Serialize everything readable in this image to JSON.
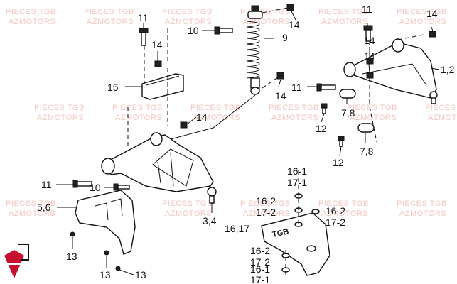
{
  "watermark": {
    "line1": "PIECES TGB",
    "line2": "AZMOTORS"
  },
  "colors": {
    "line": "#111111",
    "watermark": "#f3c7c2",
    "background": "#ffffff",
    "logo": "#c8102e"
  },
  "logo_icon": "tgb-logo-icon",
  "callouts": [
    {
      "id": "c11a",
      "text": "11"
    },
    {
      "id": "c10a",
      "text": "10"
    },
    {
      "id": "c9",
      "text": "9"
    },
    {
      "id": "c14a",
      "text": "14"
    },
    {
      "id": "c14b",
      "text": "14"
    },
    {
      "id": "c15",
      "text": "15"
    },
    {
      "id": "c14c",
      "text": "14"
    },
    {
      "id": "c14d",
      "text": "14"
    },
    {
      "id": "c11b",
      "text": "11"
    },
    {
      "id": "c10b",
      "text": "10"
    },
    {
      "id": "c56",
      "text": "5,6"
    },
    {
      "id": "c34",
      "text": "3,4"
    },
    {
      "id": "c13a",
      "text": "13"
    },
    {
      "id": "c13b",
      "text": "13"
    },
    {
      "id": "c13c",
      "text": "13"
    },
    {
      "id": "c11c",
      "text": "11"
    },
    {
      "id": "c14e",
      "text": "14"
    },
    {
      "id": "c14f",
      "text": "14"
    },
    {
      "id": "c14g",
      "text": "14"
    },
    {
      "id": "c12",
      "text": "1,2"
    },
    {
      "id": "c11d",
      "text": "11"
    },
    {
      "id": "c78a",
      "text": "7,8"
    },
    {
      "id": "c12a",
      "text": "12"
    },
    {
      "id": "c78b",
      "text": "7,8"
    },
    {
      "id": "c12b",
      "text": "12"
    },
    {
      "id": "c161a",
      "text": "16-1"
    },
    {
      "id": "c171a",
      "text": "17-1"
    },
    {
      "id": "c162a",
      "text": "16-2"
    },
    {
      "id": "c172a",
      "text": "17-2"
    },
    {
      "id": "c162b",
      "text": "16-2"
    },
    {
      "id": "c172b",
      "text": "17-2"
    },
    {
      "id": "c1617",
      "text": "16,17"
    },
    {
      "id": "c162c",
      "text": "16-2"
    },
    {
      "id": "c172c",
      "text": "17-2"
    },
    {
      "id": "c161b",
      "text": "16-1"
    },
    {
      "id": "c171b",
      "text": "17-1"
    }
  ]
}
